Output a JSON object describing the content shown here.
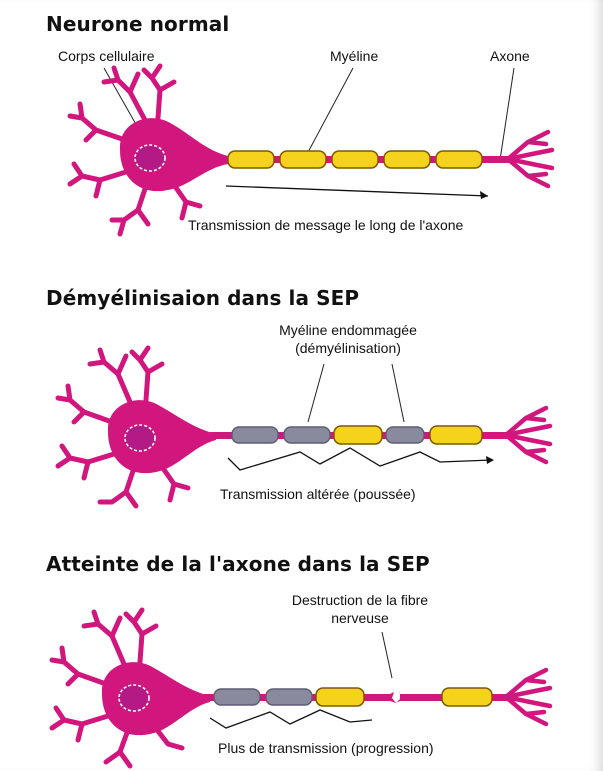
{
  "panels": {
    "normal": {
      "title": "Neurone normal",
      "label_cell_body": "Corps cellulaire",
      "label_myelin": "Myéline",
      "label_axon": "Axone",
      "label_transmission": "Transmission de message le long de l'axone"
    },
    "demyelination": {
      "title": "Démyélinisaion dans la SEP",
      "label_damaged_line1": "Myéline endommagée",
      "label_damaged_line2": "(démyélinisation)",
      "label_transmission": "Transmission altérée (poussée)"
    },
    "axon_damage": {
      "title": "Atteinte de la l'axone dans la SEP",
      "label_destruction_line1": "Destruction de la fibre",
      "label_destruction_line2": "nerveuse",
      "label_transmission": "Plus de transmission (progression)"
    }
  },
  "colors": {
    "neuron": "#d1167e",
    "myelin": "#f5d21b",
    "myelin_damaged": "#8a8a9e"
  }
}
